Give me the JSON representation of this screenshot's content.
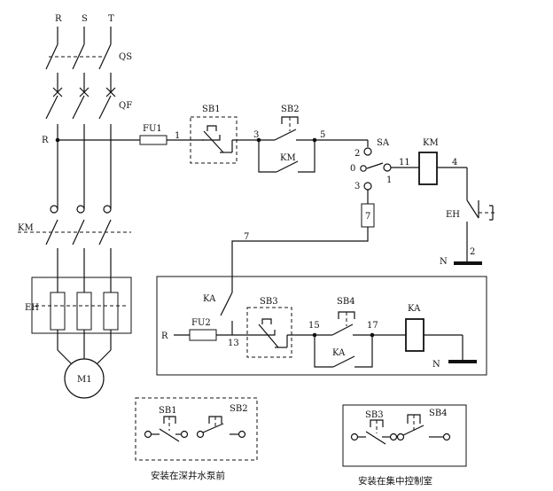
{
  "phases": {
    "r": "R",
    "s": "S",
    "t": "T"
  },
  "components": {
    "qs": "QS",
    "qf": "QF",
    "fu1": "FU1",
    "sb1": "SB1",
    "sb2": "SB2",
    "sa": "SA",
    "km": "KM",
    "km_coil": "KM",
    "km_left": "KM",
    "eh": "EH",
    "eh_left": "EH",
    "m1": "M1",
    "ka": "KA",
    "ka_coil": "KA",
    "ka_contact": "KA",
    "fu2": "FU2",
    "sb3": "SB3",
    "sb4": "SB4",
    "r_main": "R",
    "r_ctrl": "R",
    "n1": "N",
    "n2": "N"
  },
  "nodes": {
    "n1": "1",
    "n3": "3",
    "n5": "5",
    "sa2": "2",
    "sa0": "0",
    "sa3": "3",
    "sa1": "1",
    "n11": "11",
    "n4": "4",
    "n2": "2",
    "n7_box": "7",
    "n7_wire": "7",
    "n13": "13",
    "n15": "15",
    "n17": "17"
  },
  "legend_left": {
    "sb1": "SB1",
    "sb2": "SB2",
    "caption": "安装在深井水泵前"
  },
  "legend_right": {
    "sb3": "SB3",
    "sb4": "SB4",
    "caption": "安装在集中控制室"
  }
}
